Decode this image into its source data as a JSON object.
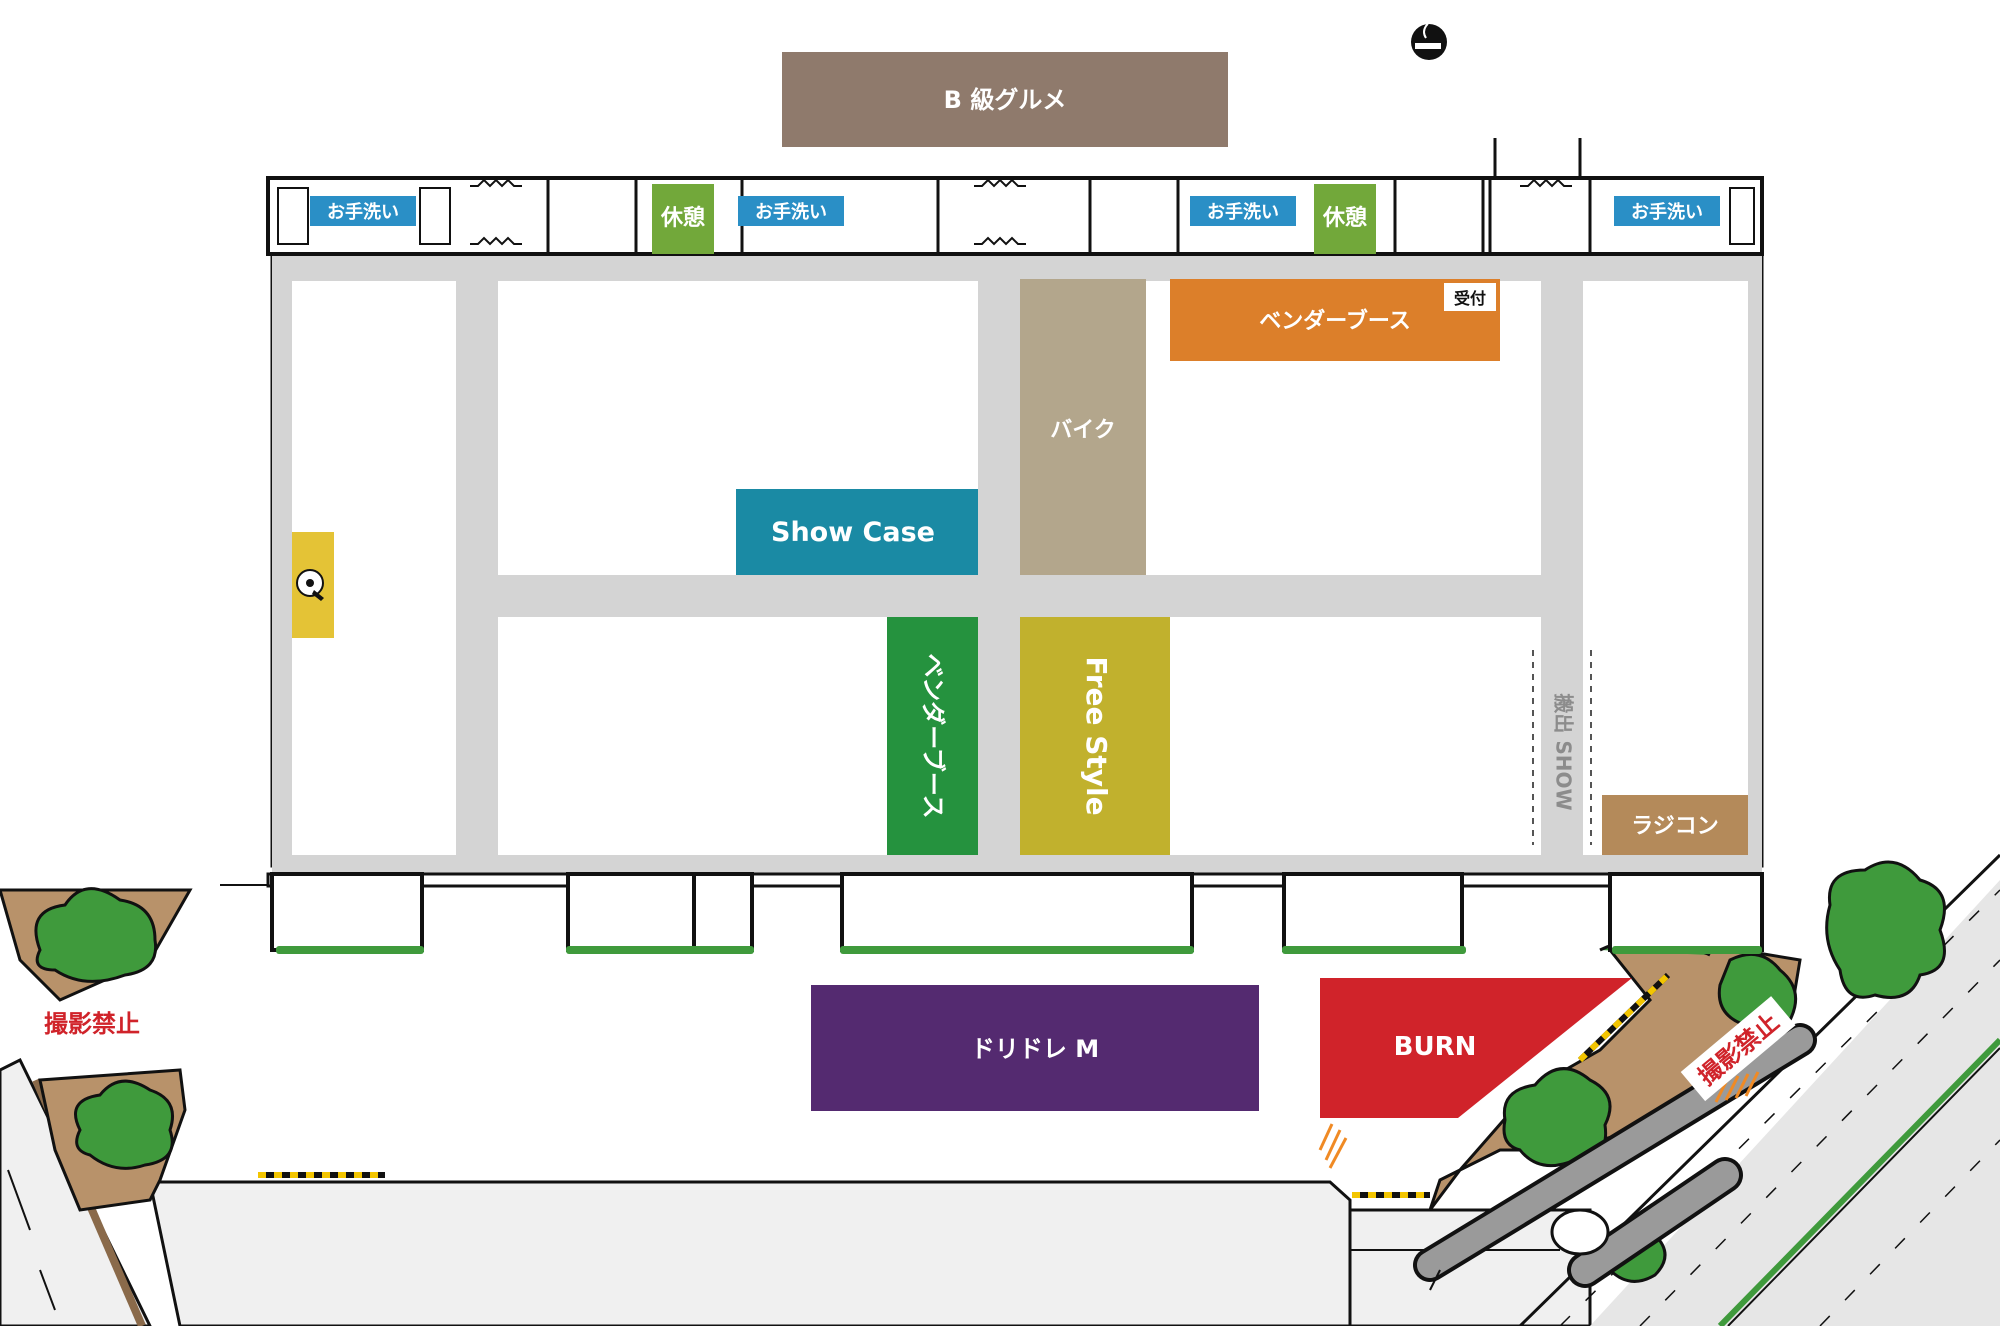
{
  "areas": {
    "b_gourmet": "B 級グルメ",
    "vendor_top": "ベンダーブース",
    "reception": "受付",
    "bike": "バイク",
    "showcase": "Show Case",
    "vendor_vertical": "ベンダーブース",
    "freestyle": "Free Style",
    "show_lane": "搬出 SHOW",
    "radicon": "ラジコン",
    "doridore": "ドリドレ M",
    "burn": "BURN"
  },
  "facilities": {
    "restroom": "お手洗い",
    "rest": "休憩"
  },
  "warnings": {
    "no_photo_left": "撮影禁止",
    "no_photo_right": "撮影禁止"
  },
  "icons": {
    "smoking": "smoking-area-icon",
    "dj": "dj-booth-icon"
  },
  "colors": {
    "b_gourmet": "#8f7a6c",
    "vendor_top": "#dc7f2a",
    "bike": "#b3a68c",
    "showcase": "#1a8aa4",
    "vendor_vertical": "#25923e",
    "freestyle": "#c1b12d",
    "radicon": "#b48a5a",
    "doridore": "#542a70",
    "burn": "#d0232a",
    "restroom": "#2a8fc6",
    "rest": "#72a83a",
    "aisle": "#d4d4d4",
    "dj": "#e4c336",
    "warning_text": "#d0232a",
    "greenery": "#3f9a3c",
    "soil": "#b8926a"
  }
}
